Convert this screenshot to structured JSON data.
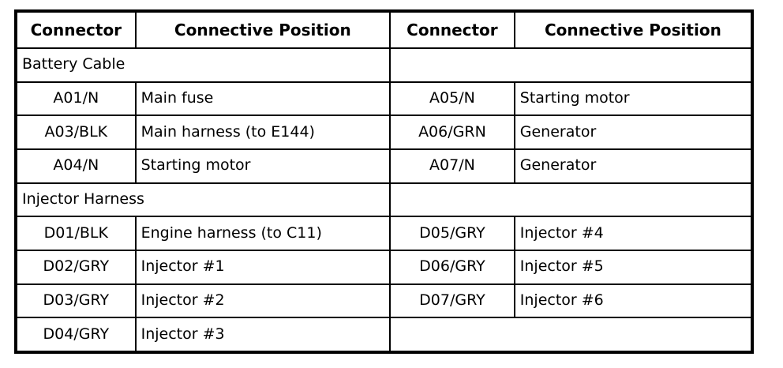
{
  "table": {
    "headers": {
      "connector": "Connector",
      "connective_position": "Connective Position"
    },
    "sections": [
      {
        "title": "Battery Cable",
        "rows": [
          {
            "left_connector": "A01/N",
            "left_position": "Main fuse",
            "right_connector": "A05/N",
            "right_position": "Starting motor"
          },
          {
            "left_connector": "A03/BLK",
            "left_position": "Main harness (to E144)",
            "right_connector": "A06/GRN",
            "right_position": "Generator"
          },
          {
            "left_connector": "A04/N",
            "left_position": "Starting motor",
            "right_connector": "A07/N",
            "right_position": "Generator"
          }
        ]
      },
      {
        "title": "Injector Harness",
        "rows": [
          {
            "left_connector": "D01/BLK",
            "left_position": "Engine harness (to C11)",
            "right_connector": "D05/GRY",
            "right_position": "Injector #4"
          },
          {
            "left_connector": "D02/GRY",
            "left_position": "Injector #1",
            "right_connector": "D06/GRY",
            "right_position": "Injector #5"
          },
          {
            "left_connector": "D03/GRY",
            "left_position": "Injector #2",
            "right_connector": "D07/GRY",
            "right_position": "Injector #6"
          },
          {
            "left_connector": "D04/GRY",
            "left_position": "Injector #3",
            "right_connector": "",
            "right_position": ""
          }
        ]
      }
    ],
    "colors": {
      "border": "#000000",
      "text": "#000000",
      "background": "#ffffff"
    }
  }
}
